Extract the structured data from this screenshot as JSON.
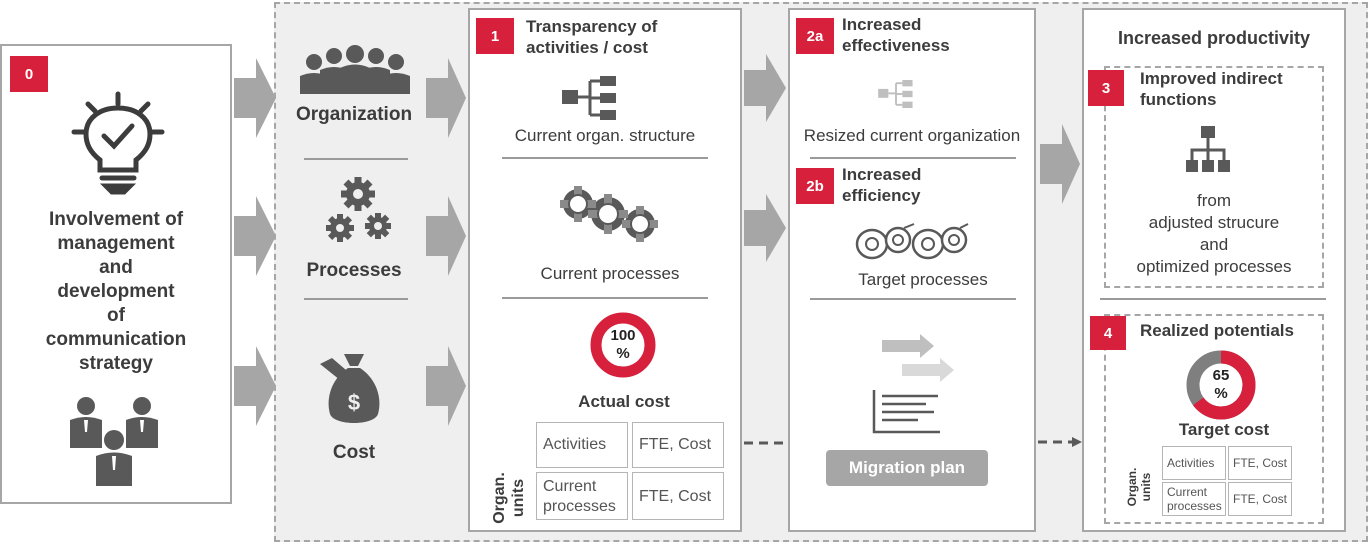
{
  "step0": {
    "badge": "0",
    "text_lines": [
      "Involvement of",
      "management",
      "and",
      "development",
      "of",
      "communication",
      "strategy"
    ]
  },
  "dimensions": [
    {
      "label": "Organization",
      "icon": "people-group-icon"
    },
    {
      "label": "Processes",
      "icon": "gears-icon"
    },
    {
      "label": "Cost",
      "icon": "money-bag-icon"
    }
  ],
  "step1": {
    "badge": "1",
    "title_lines": [
      "Transparency of",
      "activities / cost"
    ],
    "org_label": "Current organ. structure",
    "proc_label": "Current processes",
    "donut_value_lines": [
      "100",
      "%"
    ],
    "cost_label": "Actual cost",
    "table_side_label_lines": [
      "Organ.",
      "units"
    ],
    "table": [
      [
        "Activities",
        "FTE, Cost"
      ],
      [
        "Current processes",
        "FTE, Cost"
      ]
    ]
  },
  "step2a": {
    "badge": "2a",
    "title_lines": [
      "Increased",
      "effectiveness"
    ],
    "label": "Resized current organization"
  },
  "step2b": {
    "badge": "2b",
    "title_lines": [
      "Increased",
      "efficiency"
    ],
    "label": "Target processes"
  },
  "migration": {
    "button_label": "Migration plan"
  },
  "productivity": {
    "title": "Increased productivity"
  },
  "step3": {
    "badge": "3",
    "title_lines": [
      "Improved indirect",
      "functions"
    ],
    "text_lines": [
      "from",
      "adjusted strucure",
      "and",
      "optimized processes"
    ]
  },
  "step4": {
    "badge": "4",
    "title": "Realized potentials",
    "donut_value_lines": [
      "65",
      "%"
    ],
    "donut_fraction": 0.65,
    "cost_label": "Target cost",
    "table_side_label_lines": [
      "Organ.",
      "units"
    ],
    "table": [
      [
        "Activities",
        "FTE, Cost"
      ],
      [
        "Current processes",
        "FTE, Cost"
      ]
    ]
  },
  "colors": {
    "accent": "#d7203c",
    "arrow": "#a6a6a6",
    "icon": "#595959",
    "panel_border": "#a6a6a6",
    "background": "#efefef"
  }
}
